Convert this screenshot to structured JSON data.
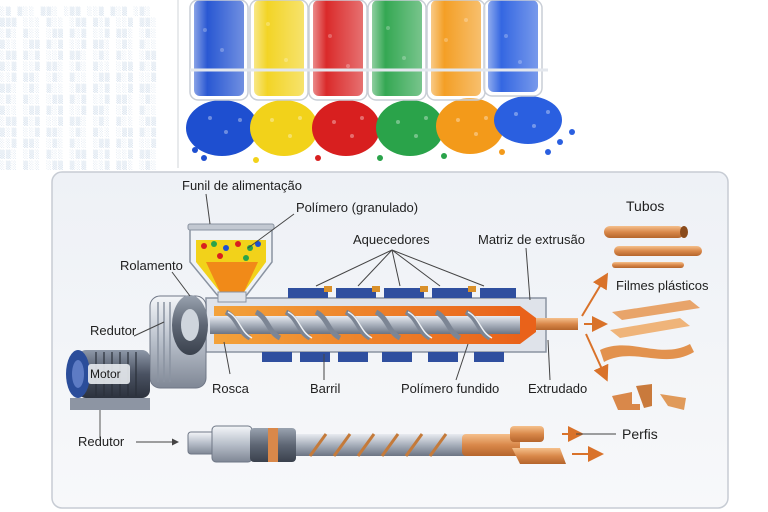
{
  "colors": {
    "pellets": [
      "#1e4fd0",
      "#f2d21a",
      "#d81f1f",
      "#2aa34a",
      "#f39a1a",
      "#2a5fe0"
    ],
    "barrel": "#dde2ea",
    "heater": "#2f4f9f",
    "heater_accent": "#d9902a",
    "melt": "#f07818",
    "copper": "#d9884a",
    "arrow": "#d9722a",
    "motor_blue": "#2b4d9a"
  },
  "labels": {
    "funil": "Funil de alimentação",
    "polimero_granulado": "Polímero (granulado)",
    "aquecedores": "Aquecedores",
    "matriz": "Matriz de extrusão",
    "rolamento": "Rolamento",
    "redutor_top": "Redutor",
    "motor": "Motor",
    "rosca": "Rosca",
    "barril": "Barril",
    "polimero_fundido": "Polímero fundido",
    "extrudado": "Extrudado",
    "redutor_bottom": "Redutor",
    "tubos": "Tubos",
    "filmes": "Filmes plásticos",
    "perfis": "Perfis"
  },
  "icons": [
    "pellet-jars-image",
    "hopper-icon",
    "motor-icon",
    "gearbox-icon",
    "screw-icon",
    "arrow-icon"
  ]
}
